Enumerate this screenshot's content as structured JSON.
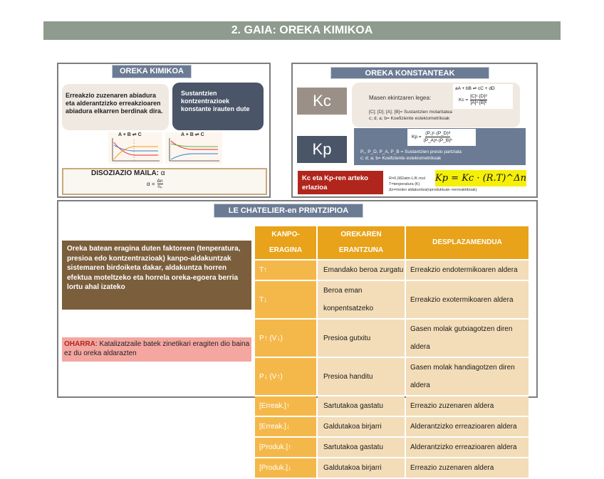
{
  "title": "2. GAIA: OREKA KIMIKOA",
  "oreka_kimikoa": {
    "tab": "OREKA KIMIKOA",
    "def_text": "Erreakzio zuzenaren abiadura eta alderantzizko erreakzioaren abiadura elkarren berdinak dira.",
    "conc_text": "Sustantzien kontzentrazioek konstante irauten dute",
    "graph_eq1": "A + B ⇌ C",
    "graph_eq2": "A + B ⇌ C",
    "disoziazio_label": "DISOZIAZIO MAILA:",
    "alpha": "α",
    "alpha_formula_lhs": "α =",
    "alpha_num": "Δn",
    "alpha_den": "n₀"
  },
  "oreka_konstanteak": {
    "tab": "OREKA KONSTANTEAK",
    "kc_label": "Kc",
    "mass_action_label": "Masen ekintzaren legea:",
    "kc_legend_1": "[C]; [D]; [A]; [B]= Sustantzien molaritatea",
    "kc_legend_2": "c; d; a; b= Koefiziente estekiometrikoak",
    "reaction": "aA + bB ⇌ cC + dD",
    "kc_formula_lhs": "Kc =",
    "kc_formula_num": "[C]ᶜ·[D]ᵈ",
    "kc_formula_den": "[A]ᵃ·[B]ᵇ",
    "kp_label": "Kp",
    "kp_formula_lhs": "Kp =",
    "kp_formula_num": "(P꜀)ᶜ·(P_D)ᵈ",
    "kp_formula_den": "(P_A)ᵃ·(P_B)ᵇ",
    "kp_legend_1": "P꜀, P_D, P_A, P_B = Sustantzien presio partziala",
    "kp_legend_2": "c; d; a; b= Koefiziente estekiometrikoak",
    "relation_label": "Kc eta Kp-ren arteko erlazioa",
    "rel_legend_1": "R=0,082atm·L/K·mol",
    "rel_legend_2": "T=tenperatura (K)",
    "rel_legend_3": "Δn=molen aldakuntza(nproduktuak−nerreaktiboak)",
    "rel_formula": "Kp = Kc · (R.T)^Δn"
  },
  "le_chatelier": {
    "tab": "LE CHATELIER-en PRINTZIPIOA",
    "principle_text": "Oreka batean eragina duten faktoreen (tenperatura, presioa edo kontzentrazioak) kanpo-aldakuntzak sistemaren birdoiketa dakar, aldakuntza horren efektua moteltzeko eta horrela oreka-egoera berria lortu ahal izateko",
    "note_label": "OHARRA",
    "note_text": ": Katalizatzaile batek zinetikari eragiten dio baina ez du oreka aldarazten",
    "headers": [
      "KANPO-ERAGINA",
      "OREKAREN ERANTZUNA",
      "DESPLAZAMENDUA"
    ],
    "rows": [
      [
        "T↑",
        "Emandako beroa zurgatu",
        "Erreakzio endotermikoaren aldera"
      ],
      [
        "T↓",
        "Beroa eman konpentsatzeko",
        "Erreakzio exotermikoaren aldera"
      ],
      [
        "P↑ (V↓)",
        "Presioa gutxitu",
        "Gasen molak gutxiagotzen diren aldera"
      ],
      [
        "P↓ (V↑)",
        "Presioa handitu",
        "Gasen molak handiagotzen diren aldera"
      ],
      [
        "[Erreak.]↑",
        "Sartutakoa gastatu",
        "Erreazio zuzenaren aldera"
      ],
      [
        "[Erreak.]↓",
        "Galdutakoa birjarri",
        "Alderantzizko erreazioaren aldera"
      ],
      [
        "[Produk.]↑",
        "Sartutakoa gastatu",
        "Alderantzizko erreazioaren aldera"
      ],
      [
        "[Produk.]↓",
        "Galdutakoa birjarri",
        "Erreazio zuzenaren aldera"
      ]
    ]
  },
  "colors": {
    "title_bg": "#8e9b8e",
    "tab_bg": "#6b7b94",
    "brown": "#7b5e3b",
    "dark_slate": "#4a5568",
    "kc_bg": "#9b9087",
    "kp_bg": "#6b7b94",
    "red": "#b0261c",
    "orange": "#e8a31a",
    "note_bg": "#f4a6a0"
  }
}
